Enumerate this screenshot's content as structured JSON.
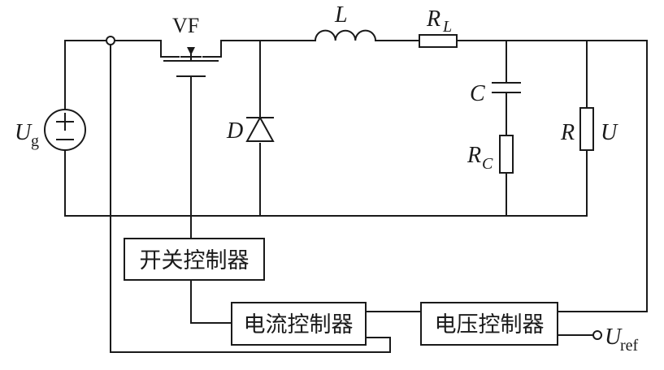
{
  "labels": {
    "source_symbol": "U",
    "source_sub": "g",
    "switch": "VF",
    "diode": "D",
    "inductor": "L",
    "inductor_res_symbol": "R",
    "inductor_res_sub": "L",
    "capacitor": "C",
    "cap_res_symbol": "R",
    "cap_res_sub": "C",
    "load": "R",
    "output_voltage": "U",
    "ref_symbol": "U",
    "ref_sub": "ref"
  },
  "blocks": {
    "switch_controller": "开关控制器",
    "current_controller": "电流控制器",
    "voltage_controller": "电压控制器"
  },
  "colors": {
    "line": "#1a1a1a",
    "background": "#ffffff"
  }
}
